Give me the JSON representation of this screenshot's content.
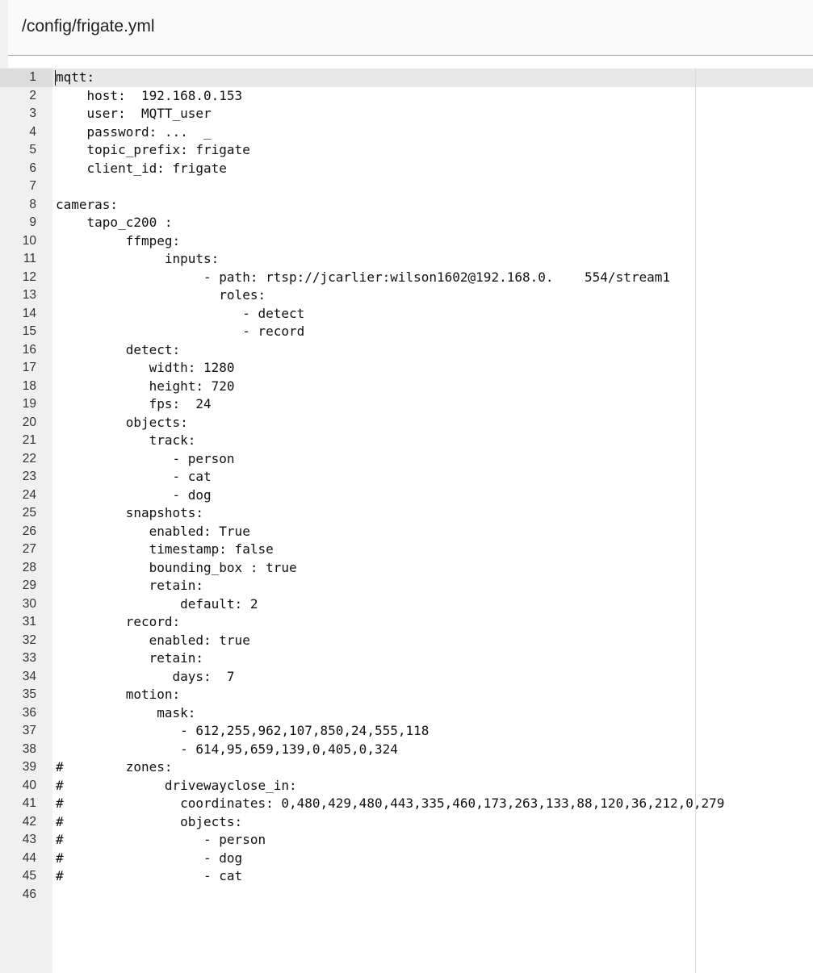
{
  "header": {
    "title": "/config/frigate.yml"
  },
  "editor": {
    "line_numbers": [
      "1",
      "2",
      "3",
      "4",
      "5",
      "6",
      "7",
      "8",
      "9",
      "10",
      "11",
      "12",
      "13",
      "14",
      "15",
      "16",
      "17",
      "18",
      "19",
      "20",
      "21",
      "22",
      "23",
      "24",
      "25",
      "26",
      "27",
      "28",
      "29",
      "30",
      "31",
      "32",
      "33",
      "34",
      "35",
      "36",
      "37",
      "38",
      "39",
      "40",
      "41",
      "42",
      "43",
      "44",
      "45",
      "46"
    ],
    "lines": [
      "mqtt:",
      "    host:  192.168.0.153",
      "    user:  MQTT_user",
      "    password: ...  _",
      "    topic_prefix: frigate",
      "    client_id: frigate",
      "",
      "cameras:",
      "    tapo_c200 :",
      "         ffmpeg:",
      "              inputs:",
      "                   - path: rtsp://jcarlier:wilson1602@192.168.0.    554/stream1",
      "                     roles:",
      "                        - detect",
      "                        - record",
      "         detect:",
      "            width: 1280",
      "            height: 720",
      "            fps:  24",
      "         objects:",
      "            track:",
      "               - person",
      "               - cat",
      "               - dog",
      "         snapshots:",
      "            enabled: True",
      "            timestamp: false",
      "            bounding_box : true",
      "            retain:",
      "                default: 2",
      "         record:",
      "            enabled: true",
      "            retain:",
      "               days:  7",
      "         motion:",
      "             mask:",
      "                - 612,255,962,107,850,24,555,118",
      "                - 614,95,659,139,0,405,0,324",
      "#        zones:",
      "#             drivewayclose_in:",
      "#               coordinates: 0,480,429,480,443,335,460,173,263,133,88,120,36,212,0,279",
      "#               objects:",
      "#                  - person",
      "#                  - dog",
      "#                  - cat",
      ""
    ]
  }
}
